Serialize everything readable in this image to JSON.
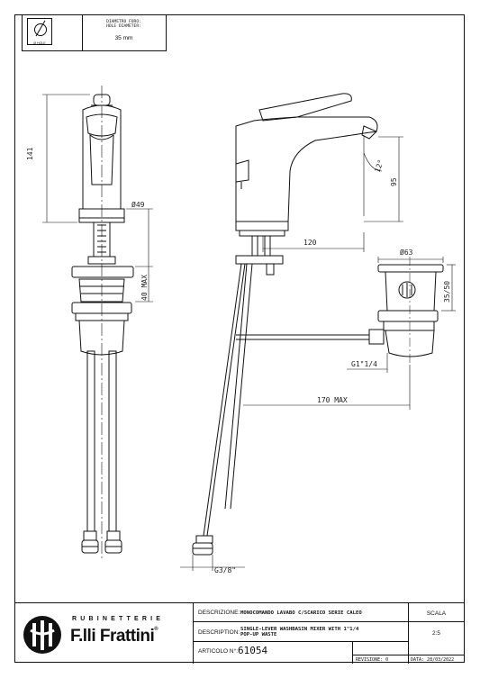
{
  "hole_box": {
    "symbol_label": "Ø HOLE",
    "label_it": "DIAMETRO FORO:",
    "label_en": "HOLE DIAMETER:",
    "value": "35 mm"
  },
  "dimensions": {
    "height_141": "141",
    "dia_49": "Ø49",
    "max_40": "40 MAX",
    "reach_120": "120",
    "angle_12": "12°",
    "height_95": "95",
    "dia_63": "Ø63",
    "range_35_50": "35/50",
    "thread_g1": "G1\"1/4",
    "max_170": "170 MAX",
    "thread_g38": "G3/8\""
  },
  "title_block": {
    "brand_top": "RUBINETTERIE",
    "brand_name": "F.lli Frattini",
    "brand_reg": "®",
    "descr_it_label": "DESCRIZIONE:",
    "descr_it_value": "MONOCOMANDO LAVABO C/SCARICO SERIE CALEO",
    "descr_en_label": "DESCRIPTION:",
    "descr_en_value_1": "SINGLE-LEVER WASHBASIN MIXER WITH 1\"1/4",
    "descr_en_value_2": "POP-UP WASTE",
    "article_label": "ARTICOLO N°:",
    "article_value": "61054",
    "revision_label": "REVISIONE: 0",
    "scale_label": "SCALA",
    "scale_value": "2:5",
    "date_label": "DATA: 28/03/2022"
  }
}
